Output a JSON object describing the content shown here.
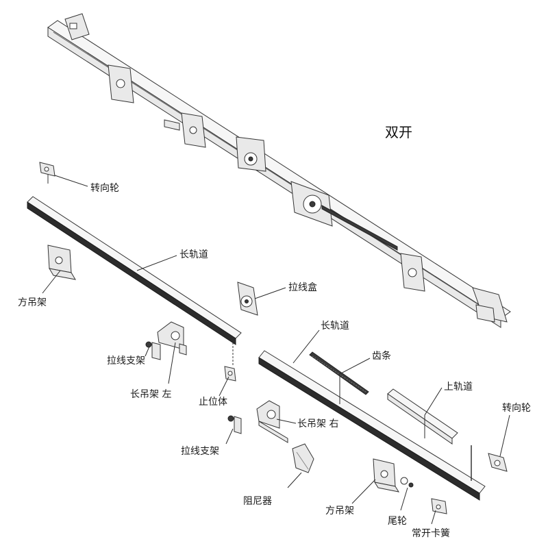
{
  "title": "双开",
  "labels": {
    "turning_wheel_top": "转向轮",
    "long_track_left": "长轨道",
    "square_hanger_left": "方吊架",
    "cable_box": "拉线盒",
    "cable_bracket_left": "拉线支架",
    "long_hanger_left": "长吊架 左",
    "stopper": "止位体",
    "long_track_right": "长轨道",
    "rack": "齿条",
    "upper_track": "上轨道",
    "turning_wheel_right": "转向轮",
    "long_hanger_right": "长吊架 右",
    "cable_bracket_right": "拉线支架",
    "damper": "阻尼器",
    "square_hanger_right": "方吊架",
    "tail_wheel": "尾轮",
    "open_spring_clip": "常开卡簧"
  }
}
